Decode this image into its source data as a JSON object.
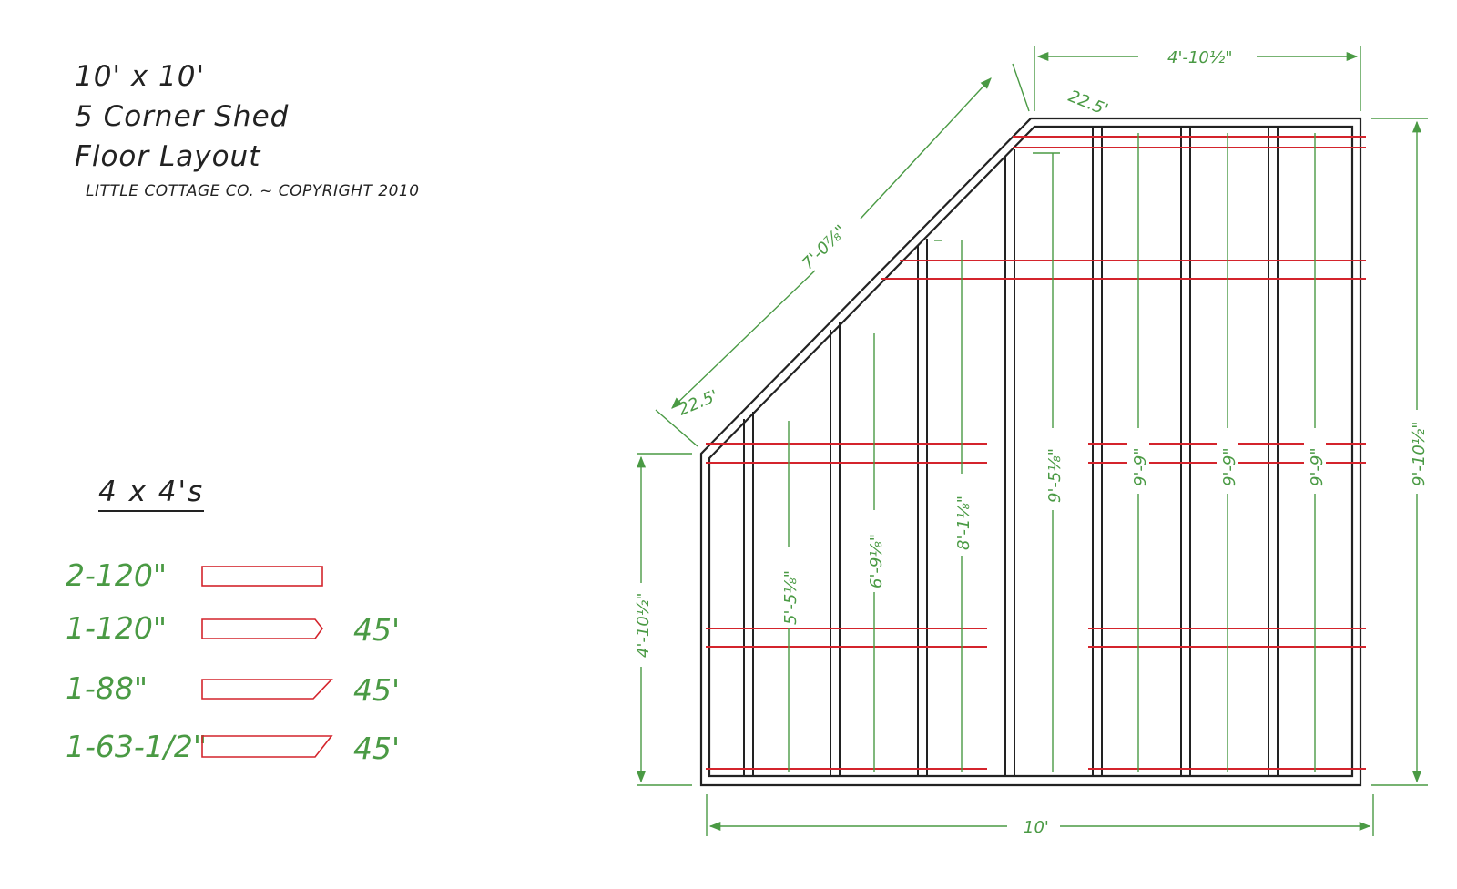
{
  "title": {
    "line1": "10' x 10'",
    "line2": "5 Corner Shed",
    "line3": "Floor Layout",
    "copyright": "LITTLE COTTAGE CO. ~ COPYRIGHT 2010"
  },
  "lumber": {
    "heading": "4 x 4's",
    "items": [
      {
        "qty": "2-120\"",
        "angle": ""
      },
      {
        "qty": "1-120\"",
        "angle": "45'"
      },
      {
        "qty": "1-88\"",
        "angle": "45'"
      },
      {
        "qty": "1-63-1/2\"",
        "angle": "45'"
      }
    ]
  },
  "dimensions": {
    "top_width": "4'-10½\"",
    "top_angle": "22.5'",
    "diagonal": "7'-0⅞\"",
    "left_angle": "22.5'",
    "left_height": "4'-10½\"",
    "right_height": "9'-10½\"",
    "bottom_width": "10'",
    "joist_1": "5'-5⅛\"",
    "joist_2": "6'-9⅛\"",
    "joist_3": "8'-1⅛\"",
    "joist_4": "9'-5⅛\"",
    "joist_5": "9'-9\"",
    "joist_6": "9'-9\"",
    "joist_7": "9'-9\""
  },
  "colors": {
    "frame": "#222222",
    "blocking": "#d4242c",
    "dimension": "#4a9a44"
  }
}
